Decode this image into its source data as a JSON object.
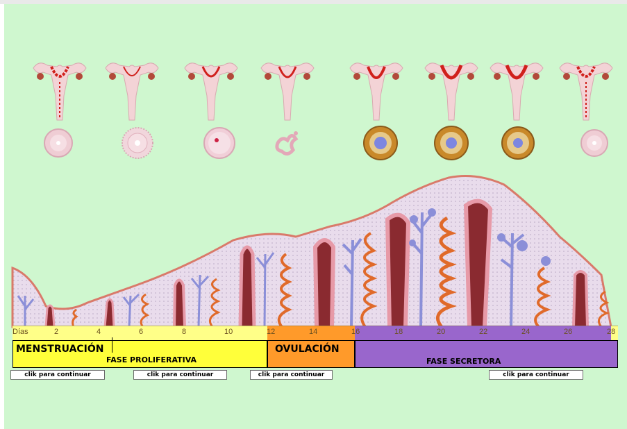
{
  "colors": {
    "background": "#cff7cf",
    "menstruacion": "#ffff3a",
    "proliferativa": "#ffff3a",
    "ovulacion": "#ff9a2a",
    "secretora": "#9966cc"
  },
  "days": {
    "axis_label": "Días",
    "ticks": [
      "2",
      "4",
      "6",
      "8",
      "10",
      "12",
      "14",
      "16",
      "18",
      "20",
      "22",
      "24",
      "26",
      "28"
    ]
  },
  "phases": {
    "menstruacion": "MENSTRUACIÓN",
    "proliferativa": "FASE PROLIFERATIVA",
    "ovulacion": "OVULACIÓN",
    "secretora": "FASE SECRETORA"
  },
  "buttons": [
    {
      "label": "clik para continuar"
    },
    {
      "label": "clik para continuar"
    },
    {
      "label": "clik para continuar"
    },
    {
      "label": "clik para continuar"
    }
  ],
  "icons": {
    "uterus": "uterus-icon",
    "follicle": "ovarian-follicle-icon",
    "corpus_luteum": "corpus-luteum-icon"
  }
}
